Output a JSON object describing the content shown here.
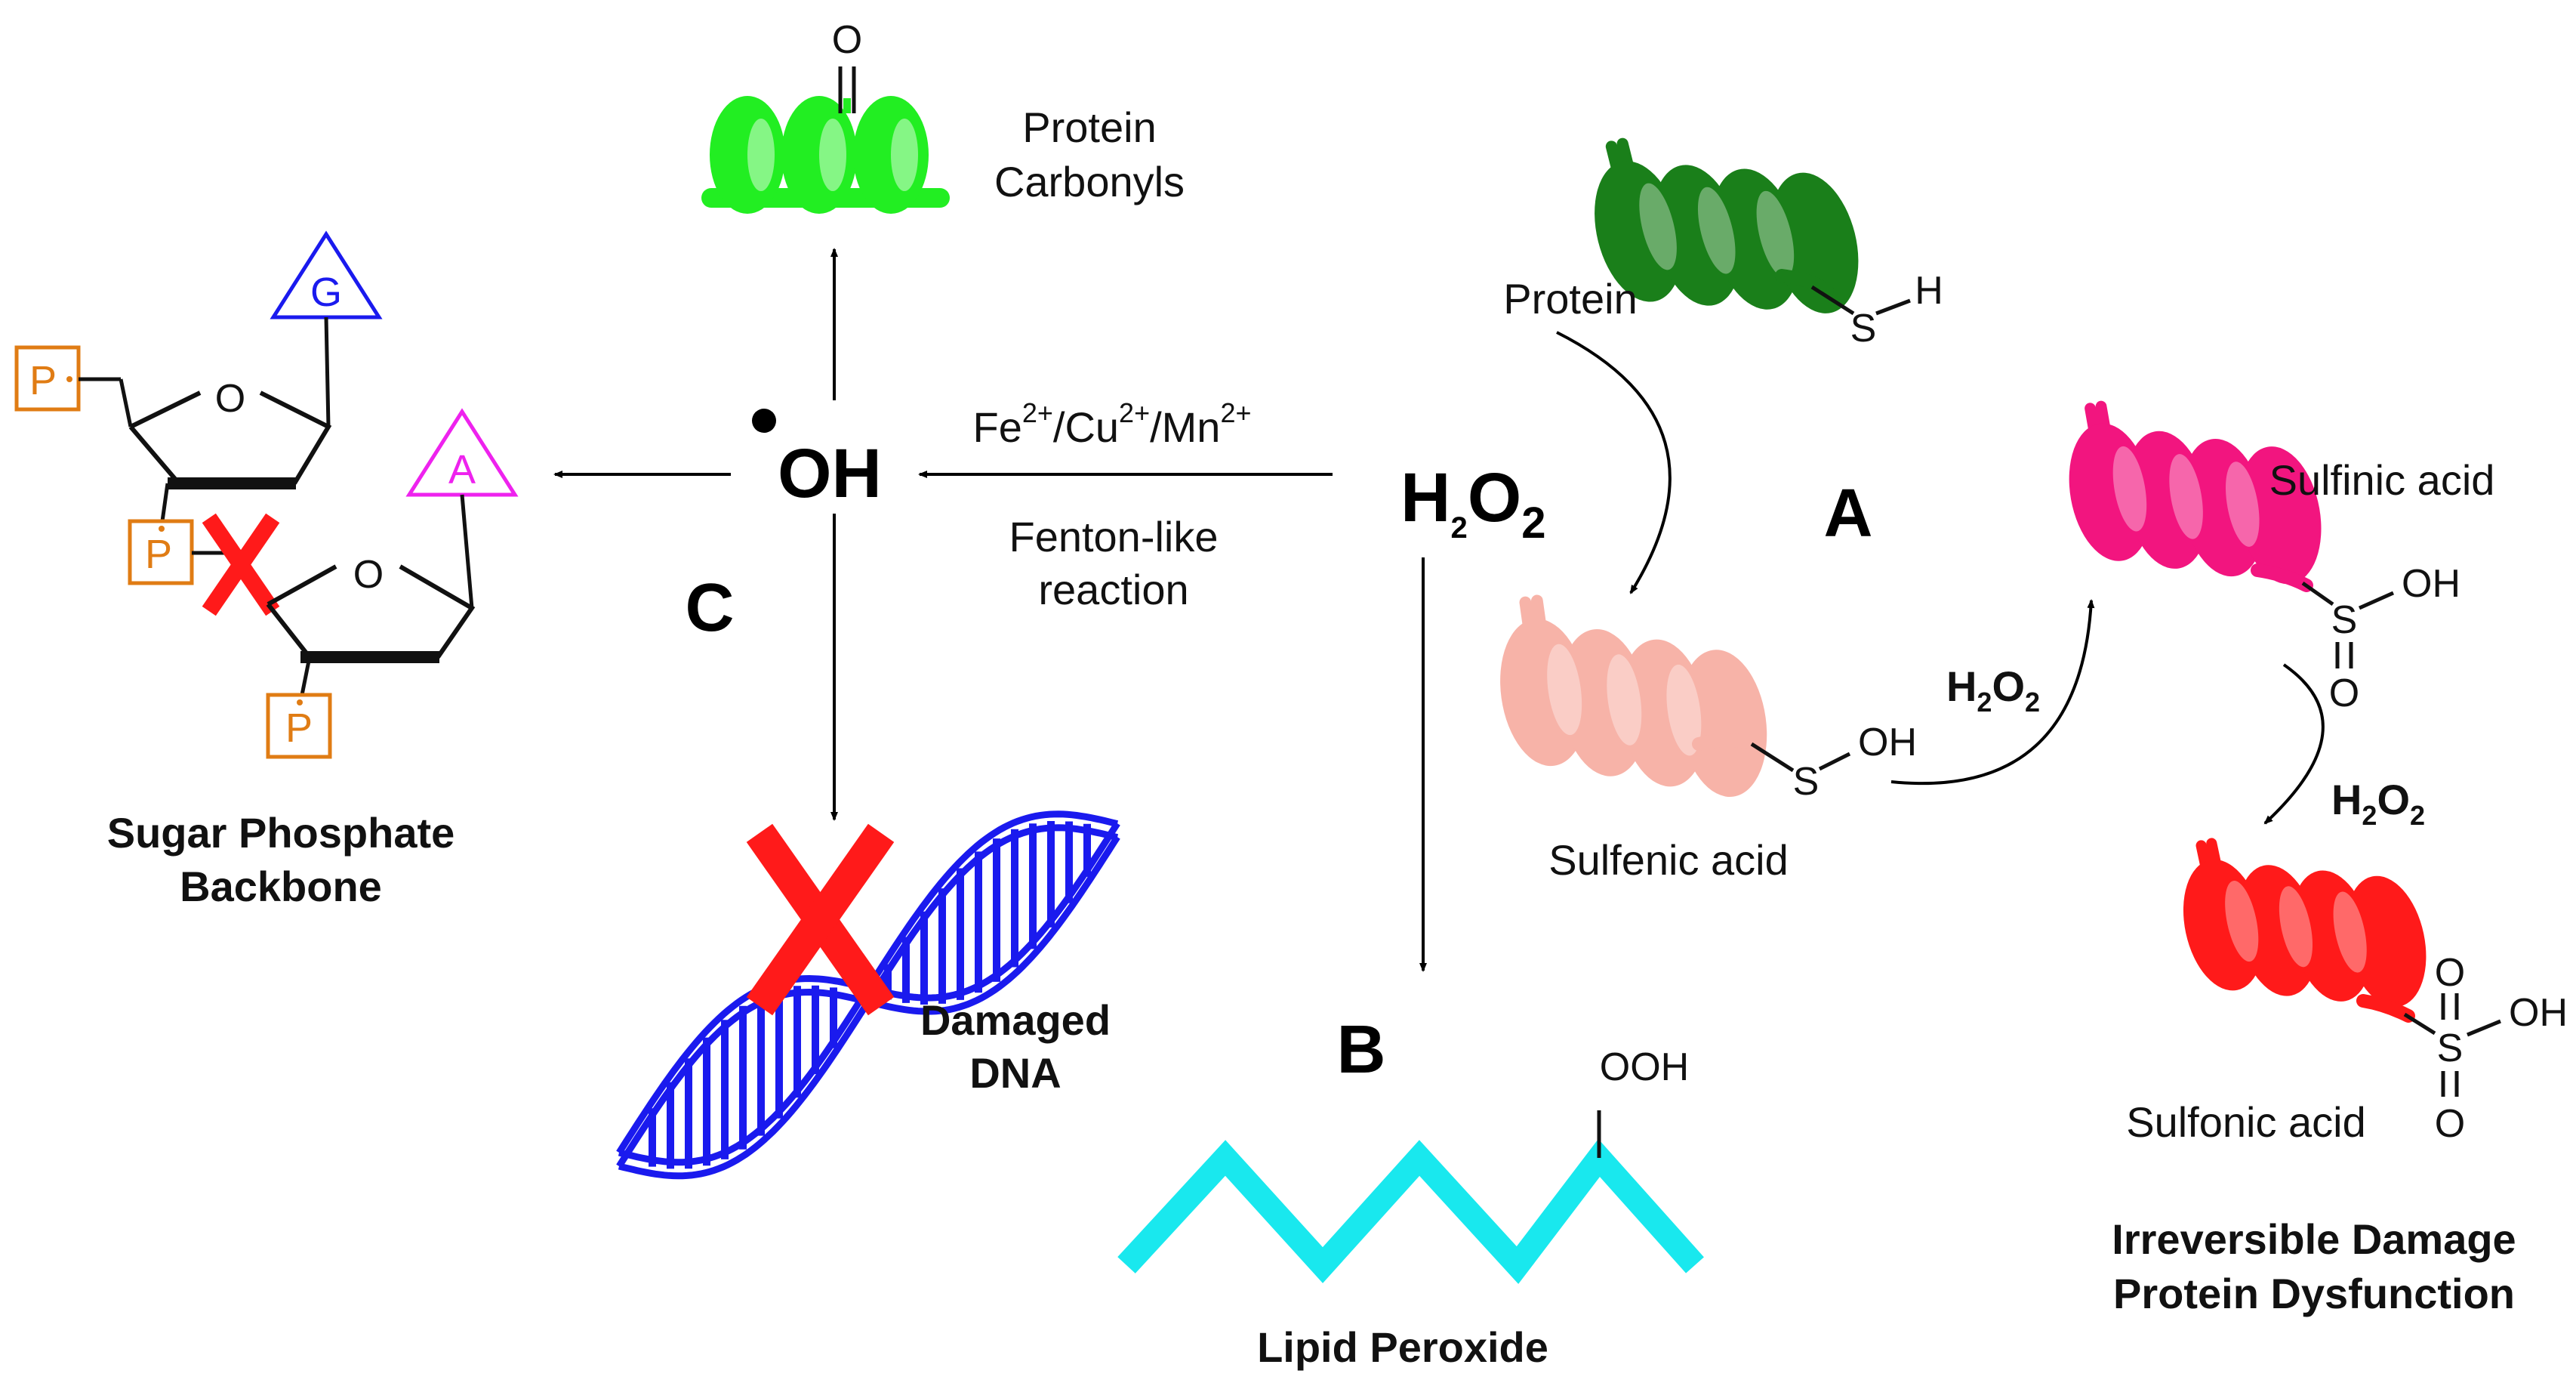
{
  "colors": {
    "carbonyl_green": "#22ee22",
    "protein_dark_green": "#1a7f1a",
    "sulfenic_pink": "#f7b3a8",
    "sulfinic_magenta": "#f2157f",
    "sulfonic_red": "#ff1a1a",
    "lipid_cyan": "#19e8ee",
    "dna_blue": "#1a1aee",
    "phosphate_orange": "#e07c14",
    "guanine_blue": "#1a1aee",
    "adenine_magenta": "#ee22ee",
    "damage_red": "#ff1a1a"
  },
  "icons": {
    "protein": "protein-helix-icon",
    "dna": "double-helix-icon",
    "lipid": "zigzag-chain-icon",
    "damage": "red-x-icon",
    "radical": "radical-dot-icon"
  },
  "labels": {
    "protein_carbonyls_line1": "Protein",
    "protein_carbonyls_line2": "Carbonyls",
    "carbonyl_oxygen": "O",
    "protein": "Protein",
    "thiol_s": "S",
    "thiol_h": "H",
    "sulfenic_acid": "Sulfenic acid",
    "sulfinic_acid": "Sulfinic acid",
    "sulfonic_acid": "Sulfonic acid",
    "s_atom": "S",
    "oh_group": "OH",
    "o_atom": "O",
    "ooh_group": "OOH",
    "h2o2_h": "H",
    "h2o2_o": "O",
    "h2o2_2": "2",
    "radical_oh": "OH",
    "metals_fe": "Fe",
    "metals_cu": "/Cu",
    "metals_mn": "/Mn",
    "charge": "2+",
    "fenton_line1": "Fenton-like",
    "fenton_line2": "reaction",
    "panel_a": "A",
    "panel_b": "B",
    "panel_c": "C",
    "lipid_peroxide": "Lipid Peroxide",
    "damaged_dna_line1": "Damaged",
    "damaged_dna_line2": "DNA",
    "backbone_line1": "Sugar Phosphate",
    "backbone_line2": "Backbone",
    "irreversible_line1": "Irreversible Damage",
    "irreversible_line2": "Protein Dysfunction",
    "phosphate": "P",
    "guanine": "G",
    "adenine": "A",
    "ring_oxygen": "O"
  }
}
